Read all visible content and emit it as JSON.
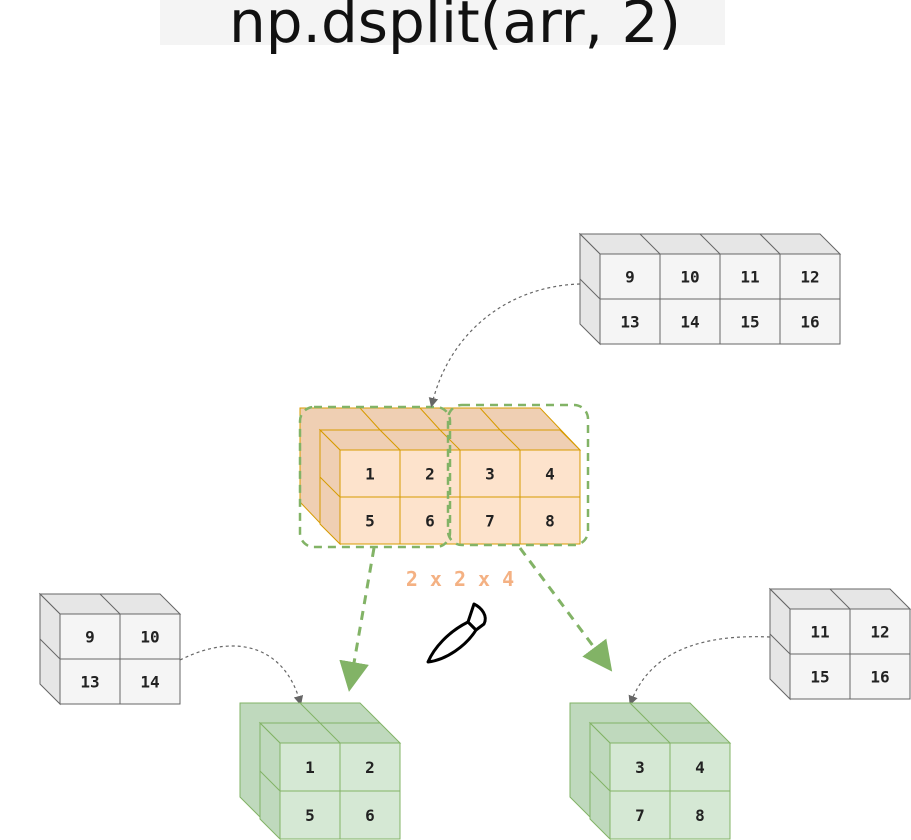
{
  "title": "np.dsplit(arr, 2)",
  "shape_label": "2 x 2 x 4",
  "colors": {
    "orange_face": "#fde3cc",
    "orange_side": "#efcfb3",
    "orange_stroke": "#d79b00",
    "green_face": "#d5e8d4",
    "green_side": "#bfd9bd",
    "green_stroke": "#82b366",
    "gray_face": "#f5f5f5",
    "gray_side": "#e6e6e6",
    "gray_stroke": "#666666",
    "dashed": "#82b366",
    "label": "#f4b183"
  },
  "icons": [
    "knife-icon"
  ],
  "source_array": {
    "front": [
      [
        "1",
        "2",
        "3",
        "4"
      ],
      [
        "5",
        "6",
        "7",
        "8"
      ]
    ],
    "back": [
      [
        "9",
        "10",
        "11",
        "12"
      ],
      [
        "13",
        "14",
        "15",
        "16"
      ]
    ]
  },
  "split_parts": [
    {
      "front": [
        [
          "1",
          "2"
        ],
        [
          "5",
          "6"
        ]
      ],
      "back": [
        [
          "9",
          "10"
        ],
        [
          "13",
          "14"
        ]
      ]
    },
    {
      "front": [
        [
          "3",
          "4"
        ],
        [
          "7",
          "8"
        ]
      ],
      "back": [
        [
          "11",
          "12"
        ],
        [
          "15",
          "16"
        ]
      ]
    }
  ]
}
